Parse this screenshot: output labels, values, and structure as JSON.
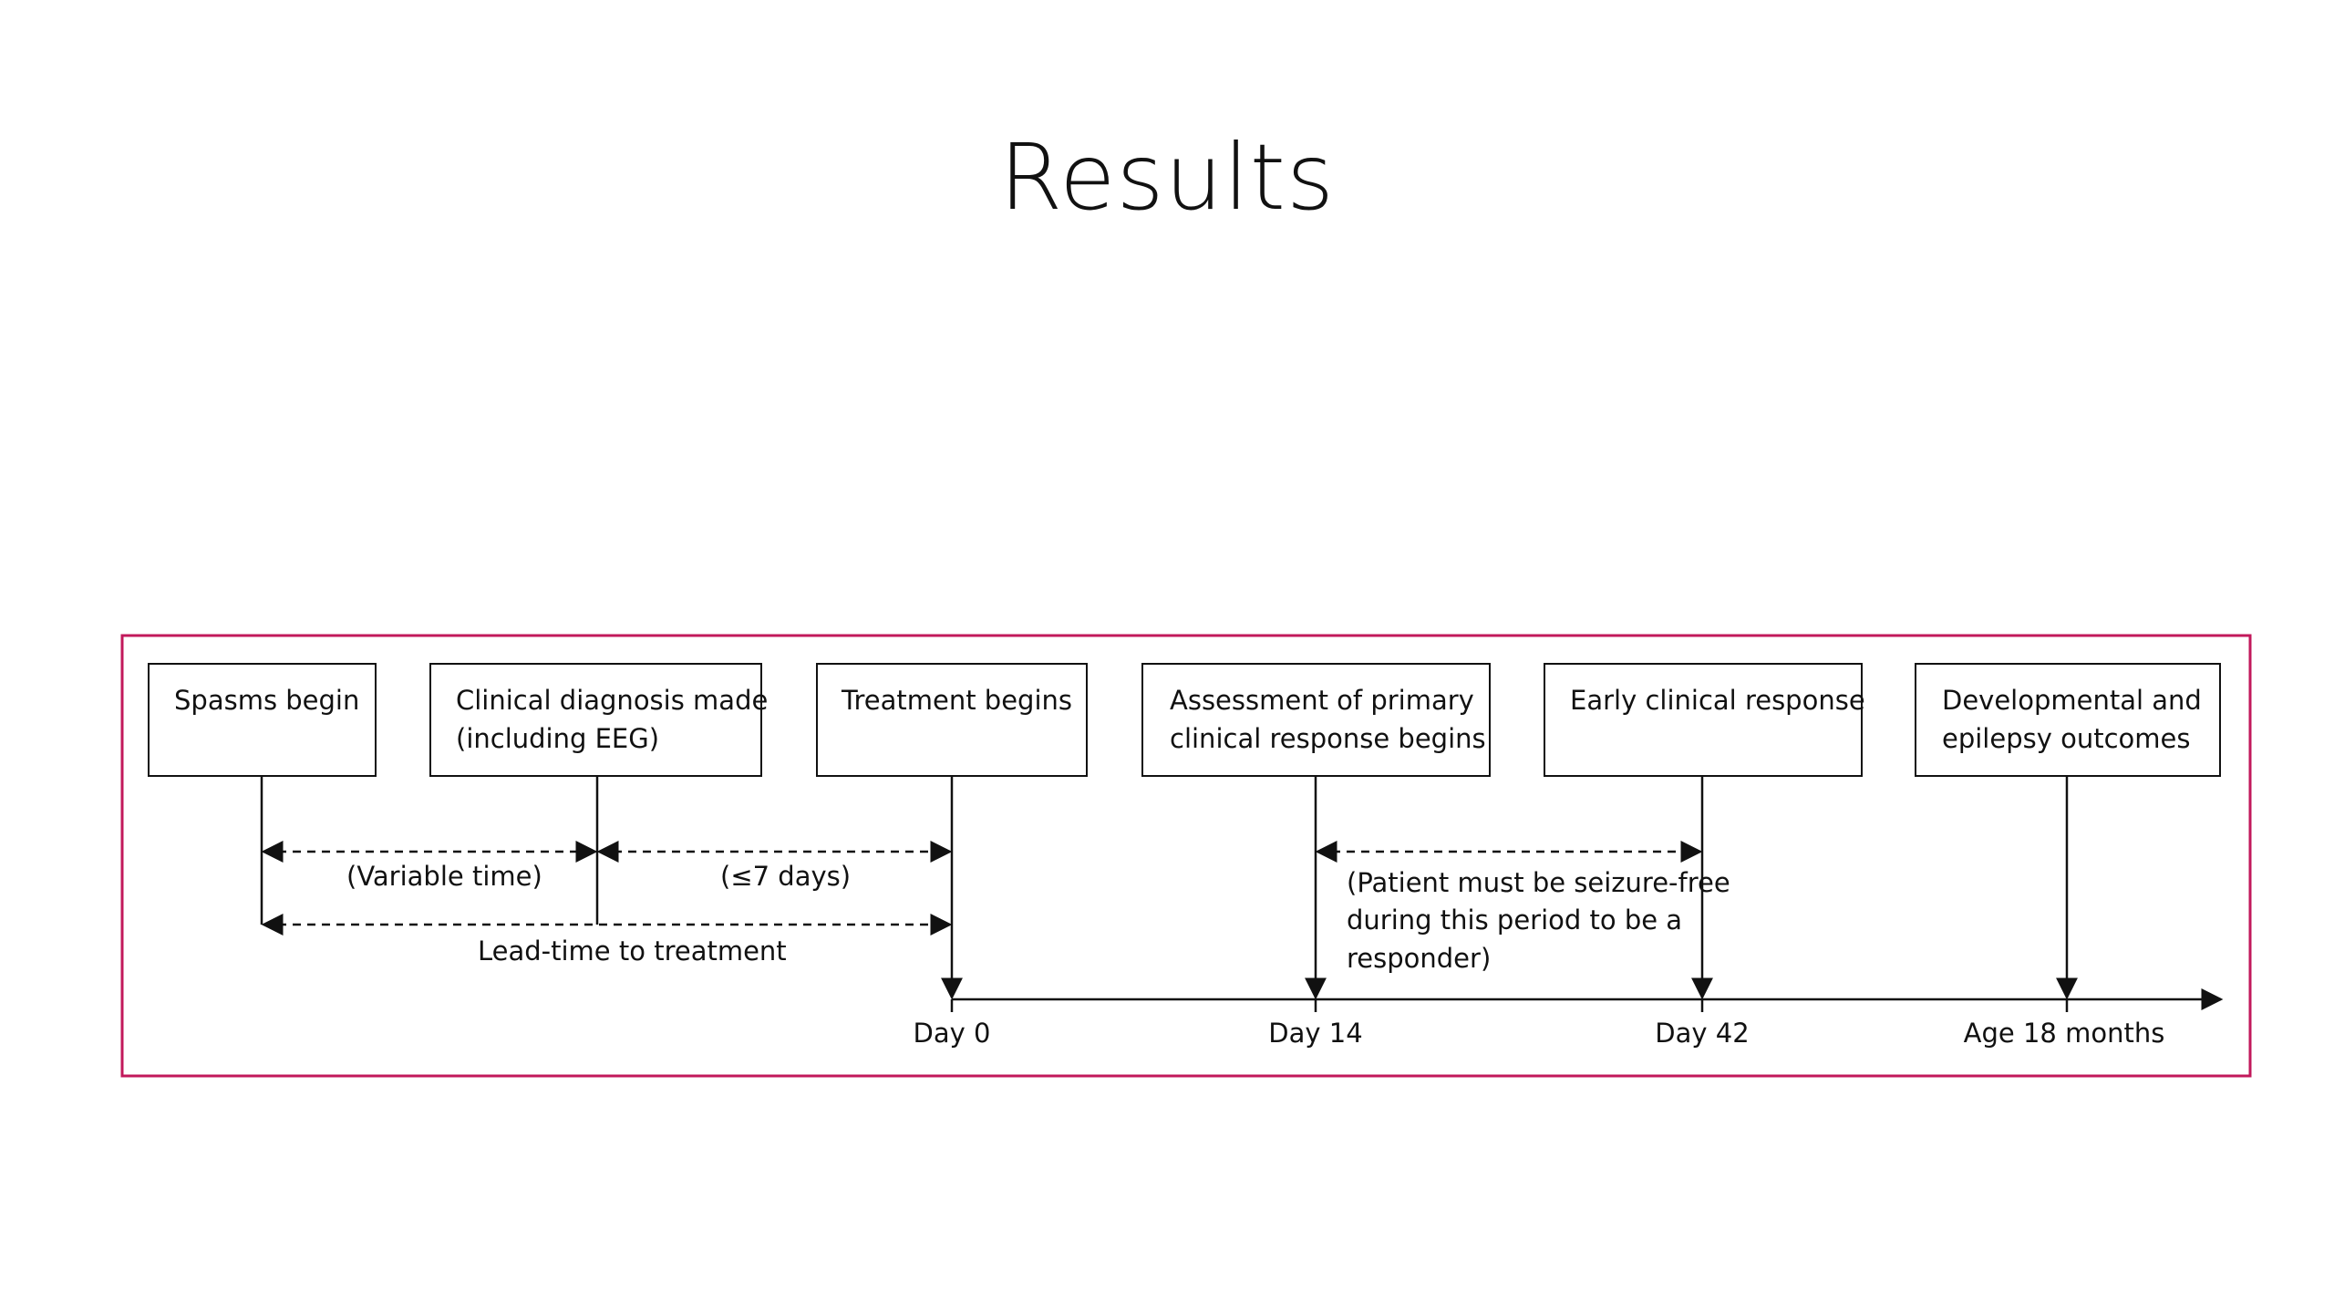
{
  "slide": {
    "title": "Results"
  },
  "diagram": {
    "frame_color": "#c2185b",
    "line_color": "#111111",
    "events": [
      {
        "lines": [
          "Spasms begin"
        ]
      },
      {
        "lines": [
          "Clinical diagnosis made",
          "(including EEG)"
        ]
      },
      {
        "lines": [
          "Treatment begins"
        ]
      },
      {
        "lines": [
          "Assessment of primary",
          "clinical response begins"
        ]
      },
      {
        "lines": [
          "Early clinical response"
        ]
      },
      {
        "lines": [
          "Developmental and",
          "epilepsy outcomes"
        ]
      }
    ],
    "intervals": {
      "variable_time": "(Variable time)",
      "max_days": "(≤7 days)",
      "lead_time": "Lead-time to treatment",
      "seizure_free_note": [
        "(Patient must be seizure-free",
        "during this period to be a",
        "responder)"
      ]
    },
    "axis_labels": [
      "Day 0",
      "Day 14",
      "Day 42",
      "Age 18 months"
    ]
  }
}
